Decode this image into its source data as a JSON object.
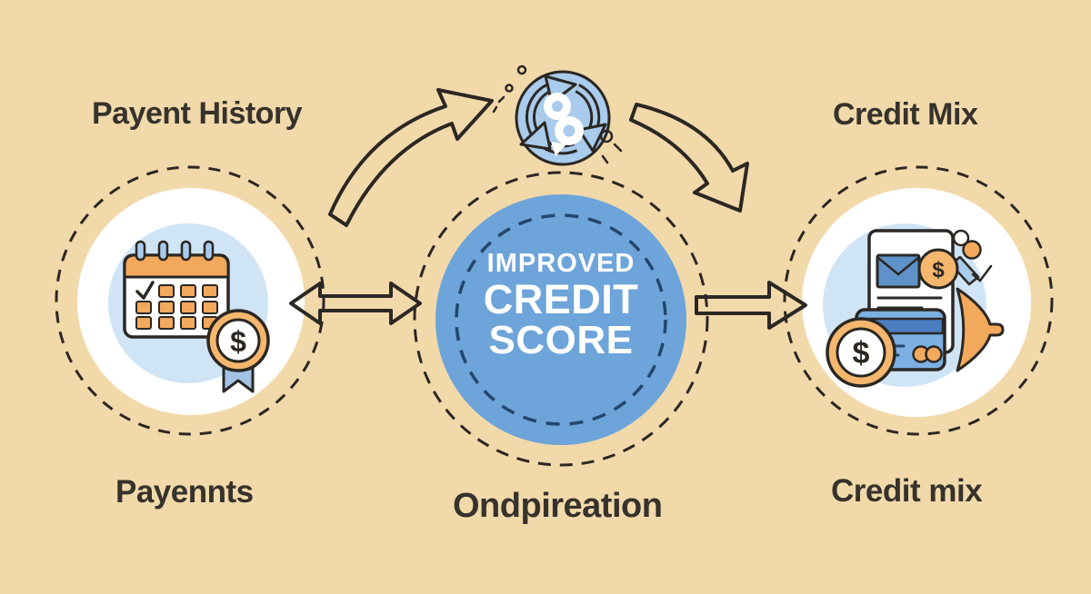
{
  "colors": {
    "background": "#f2d9aa",
    "outline_dark": "#2b2723",
    "text_dark": "#36322c",
    "center_circle_blue": "#6da4da",
    "center_dash_navy": "#24466b",
    "inner_light_blue": "#cfe4f5",
    "icon_blue": "#a9cbec",
    "envelope_blue": "#5e92c8",
    "card_blue": "#7cb0e2",
    "card_stripe_blue": "#497fc0",
    "ribbon_blue": "#a3c3e6",
    "orange": "#f2a95c",
    "orange_light": "#f4b76d",
    "white": "#ffffff"
  },
  "titles": {
    "payment_history": "Payent Hiṡtory",
    "credit_mix": "Credit Mix"
  },
  "center_circle": {
    "line1": "IMPROVED",
    "line2": "CREDIT",
    "line3": "SCORE"
  },
  "captions": {
    "payments": "Payennts",
    "center": "Ondpireation",
    "credit_mix": "Credit mix"
  },
  "glyphs": {
    "dollar": "$"
  },
  "icons": {
    "top_center": "refresh-cycle-icon",
    "left": "calendar-payment-icon",
    "right": "credit-mix-documents-icon"
  }
}
